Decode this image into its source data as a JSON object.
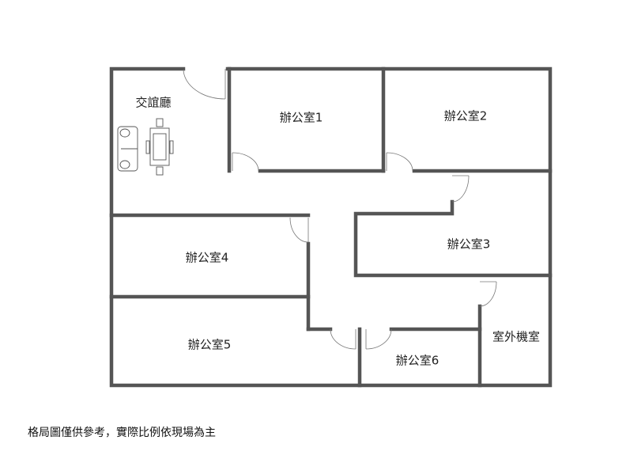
{
  "rooms": {
    "lounge": "交誼廳",
    "office1": "辦公室1",
    "office2": "辦公室2",
    "office3": "辦公室3",
    "office4": "辦公室4",
    "office5": "辦公室5",
    "office6": "辦公室6",
    "outdoor_unit_room": "室外機室"
  },
  "note": "格局圖僅供參考，實際比例依現場為主",
  "colors": {
    "wall": "#555555"
  }
}
